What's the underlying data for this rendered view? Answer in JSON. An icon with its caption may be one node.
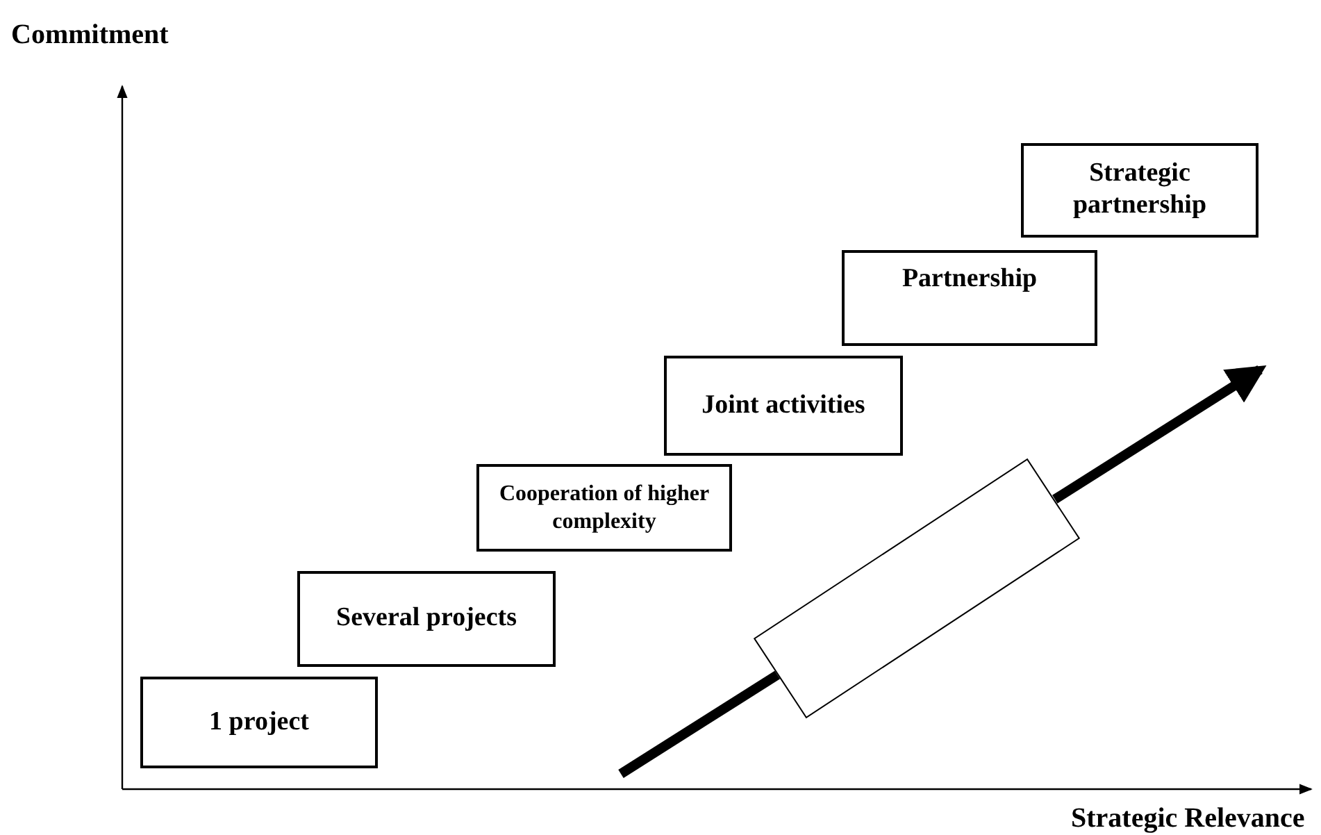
{
  "diagram": {
    "nodes": [
      {
        "text": [
          "1 project"
        ]
      },
      {
        "text": [
          "Several projects"
        ]
      },
      {
        "text": [
          "Cooperation of higher complexity"
        ]
      },
      {
        "text": [
          "Joint activities"
        ]
      },
      {
        "text": [
          "Partnership"
        ]
      },
      {
        "text": [
          "Strategic partnership"
        ]
      },
      {
        "text": [],
        "shape": "box"
      }
    ],
    "edges": [
      {
        "from": null,
        "to": 6,
        "arrow": "none"
      },
      {
        "from": 6,
        "to": null,
        "arrow": "to"
      }
    ],
    "labels": [
      "Commitment",
      "Strategic Relevance"
    ]
  }
}
